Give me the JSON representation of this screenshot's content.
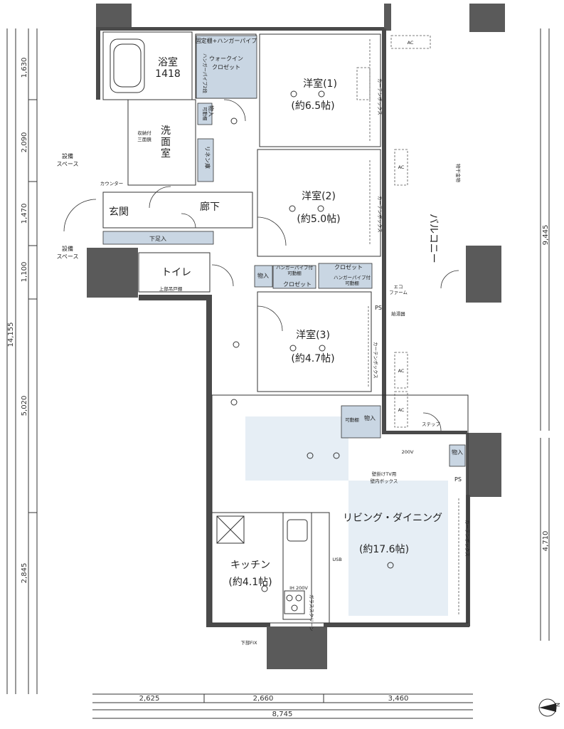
{
  "rooms": {
    "bath": "浴室",
    "bath_size": "1418",
    "walkin_closet": "ウォークイン",
    "walkin_closet2": "クロゼット",
    "western1": "洋室(1)",
    "western1_size": "(約6.5帖)",
    "washroom1": "洗",
    "washroom2": "面",
    "washroom3": "室",
    "linen": "リネン庫",
    "storage": "物入",
    "western2": "洋室(2)",
    "western2_size": "(約5.0帖)",
    "entrance": "玄関",
    "hallway": "廊下",
    "shoe_box": "下足入",
    "toilet": "トイレ",
    "upper_cabinet": "上部吊戸棚",
    "closet": "クロゼット",
    "hanger_pipe_storage": "ハンガーパイプ付",
    "hanger_pipe_storage2": "可動棚",
    "western3": "洋室(3)",
    "western3_size": "(約4.7帖)",
    "living": "リビング・ダイニング",
    "living_size": "(約17.6帖)",
    "kitchen": "キッチン",
    "kitchen_size": "(約4.1帖)",
    "balcony": "バルコニー",
    "ps": "PS",
    "step": "ステップ"
  },
  "labels": {
    "fixed_shelf": "固定棚+ハンガーパイプ",
    "hanger_pipe_2": "ハンガーパイプ2段",
    "storage_shelf": "収納付",
    "three_mirror": "三面鏡",
    "movable_shelf": "可動棚",
    "curtain_box": "カーテンボックス",
    "equipment_space": "設備",
    "equipment_space2": "スペース",
    "counter": "カウンター",
    "tv_box": "壁掛けTV用",
    "tv_box2": "壁内ボックス",
    "glass_screen": "ガラススクリーン",
    "lower_fix": "下部FIX",
    "usb": "USB",
    "ih": "IH 200V",
    "v200": "200V",
    "object_rack": "物干金物",
    "eco": "エコ",
    "eco2": "ファーム",
    "vent": "給湯器",
    "north": "N",
    "ac": "AC"
  },
  "dimensions": {
    "left": [
      "1,630",
      "2,090",
      "1,470",
      "1,100",
      "5,020",
      "2,845"
    ],
    "left_total": "14,155",
    "right_upper": "9,445",
    "right_lower": "4,710",
    "bottom": [
      "2,625",
      "2,660",
      "3,460"
    ],
    "bottom_total": "8,745"
  },
  "colors": {
    "wall": "#4a4a4a",
    "storage": "#c9d6e3",
    "highlight": "#dde8f2"
  }
}
